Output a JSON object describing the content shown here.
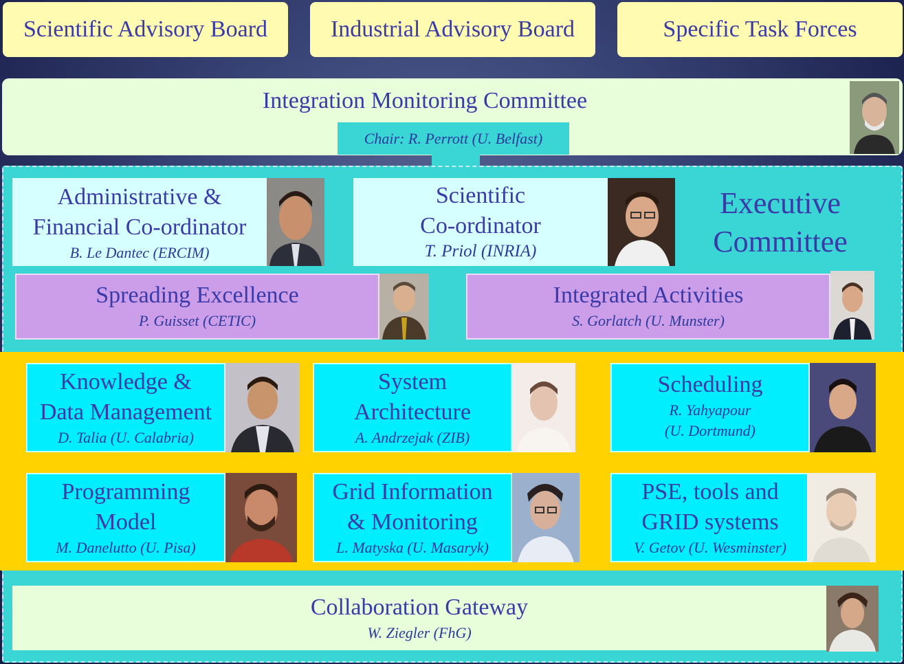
{
  "top_boards": {
    "scientific": "Scientific Advisory Board",
    "industrial": "Industrial Advisory Board",
    "task_forces": "Specific Task Forces"
  },
  "imc": {
    "title": "Integration Monitoring Committee",
    "chair": "Chair: R. Perrott (U. Belfast)"
  },
  "executive": {
    "label_line1": "Executive",
    "label_line2": "Committee",
    "admin": {
      "line1": "Administrative &",
      "line2": "Financial Co-ordinator",
      "person": "B. Le Dantec (ERCIM)"
    },
    "scientific": {
      "line1": "Scientific",
      "line2": "Co-ordinator",
      "person": "T. Priol (INRIA)"
    },
    "spreading": {
      "title": "Spreading Excellence",
      "person": "P. Guisset (CETIC)"
    },
    "integrated": {
      "title": "Integrated Activities",
      "person": "S. Gorlatch (U. Munster)"
    }
  },
  "institutes": [
    {
      "line1": "Knowledge &",
      "line2": "Data Management",
      "person": "D. Talia (U. Calabria)"
    },
    {
      "line1": "System",
      "line2": "Architecture",
      "person": "A. Andrzejak (ZIB)"
    },
    {
      "line1": "Scheduling",
      "line2": "R. Yahyapour",
      "person": "(U. Dortmund)"
    },
    {
      "line1": "Programming",
      "line2": "Model",
      "person": "M. Danelutto (U. Pisa)"
    },
    {
      "line1": "Grid Information",
      "line2": "& Monitoring",
      "person": "L. Matyska (U. Masaryk)"
    },
    {
      "line1": "PSE, tools and",
      "line2": "GRID systems",
      "person": "V. Getov (U. Wesminster)"
    }
  ],
  "gateway": {
    "title": "Collaboration Gateway",
    "person": "W. Ziegler (FhG)"
  },
  "colors": {
    "yellow_box": "#fffbb0",
    "pale_green": "#e8fdda",
    "exec_cyan": "#3ad5d5",
    "lavender": "#cc9de8",
    "institute_cyan": "#00eeff",
    "orange_band": "#ffd200",
    "text_blue": "#3a3aa8"
  }
}
